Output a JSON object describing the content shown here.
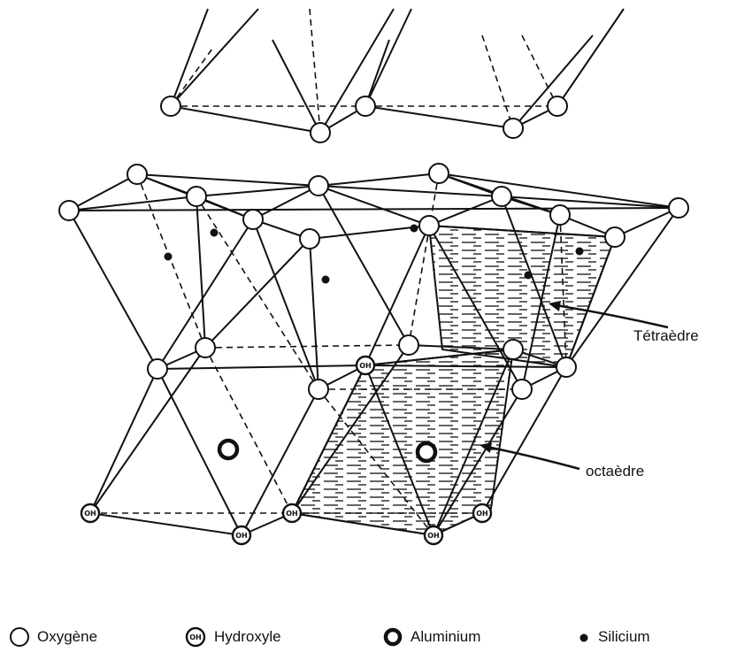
{
  "labels": {
    "tetraedre": "Tétraèdre",
    "octaedre": "octaèdre"
  },
  "atom_symbol": {
    "hydroxyle": "OH"
  },
  "legend": {
    "oxygene": "Oxygène",
    "hydroxyle": "Hydroxyle",
    "aluminium": "Aluminium",
    "silicium": "Silicium"
  }
}
